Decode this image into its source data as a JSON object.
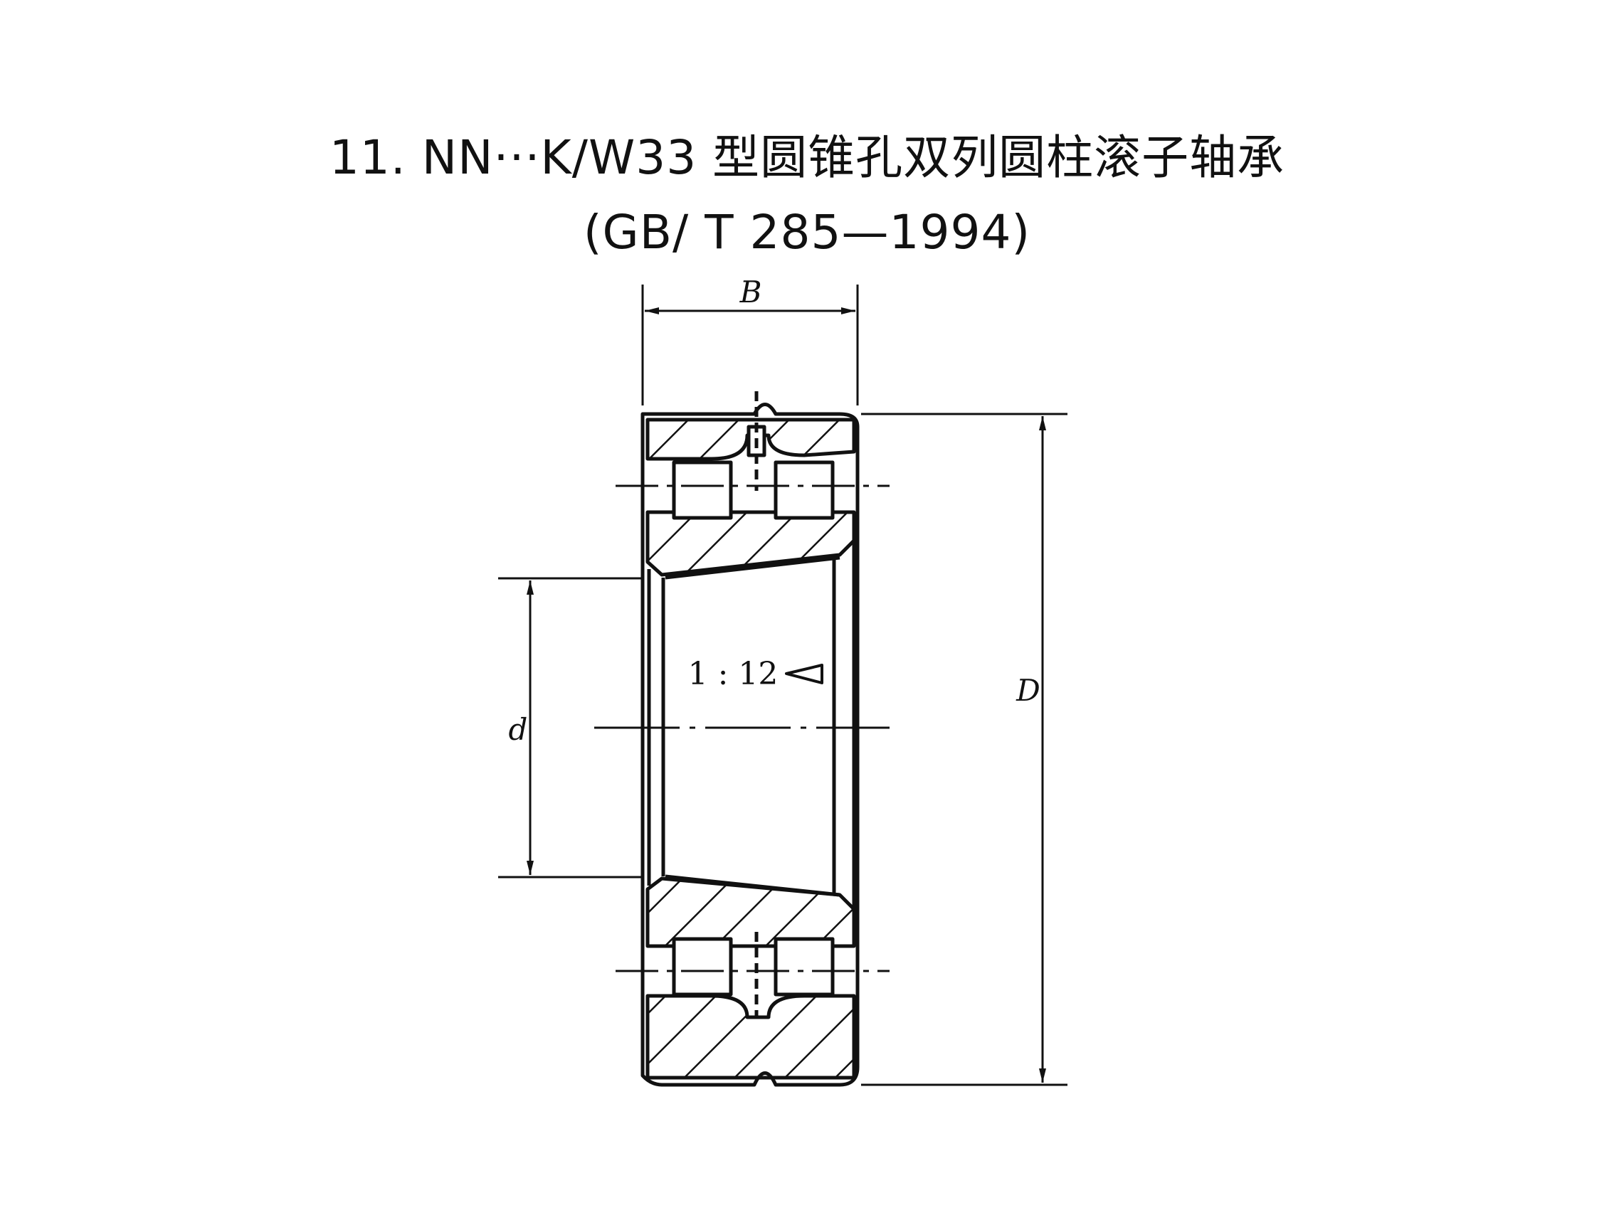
{
  "title_line1": "11. NN···K/W33 型圆锥孔双列圆柱滚子轴承",
  "title_line2": "(GB/ T 285—1994)",
  "drawing": {
    "label_B": "B",
    "label_d": "d",
    "label_D": "D",
    "taper_ratio": "1 : 12"
  }
}
